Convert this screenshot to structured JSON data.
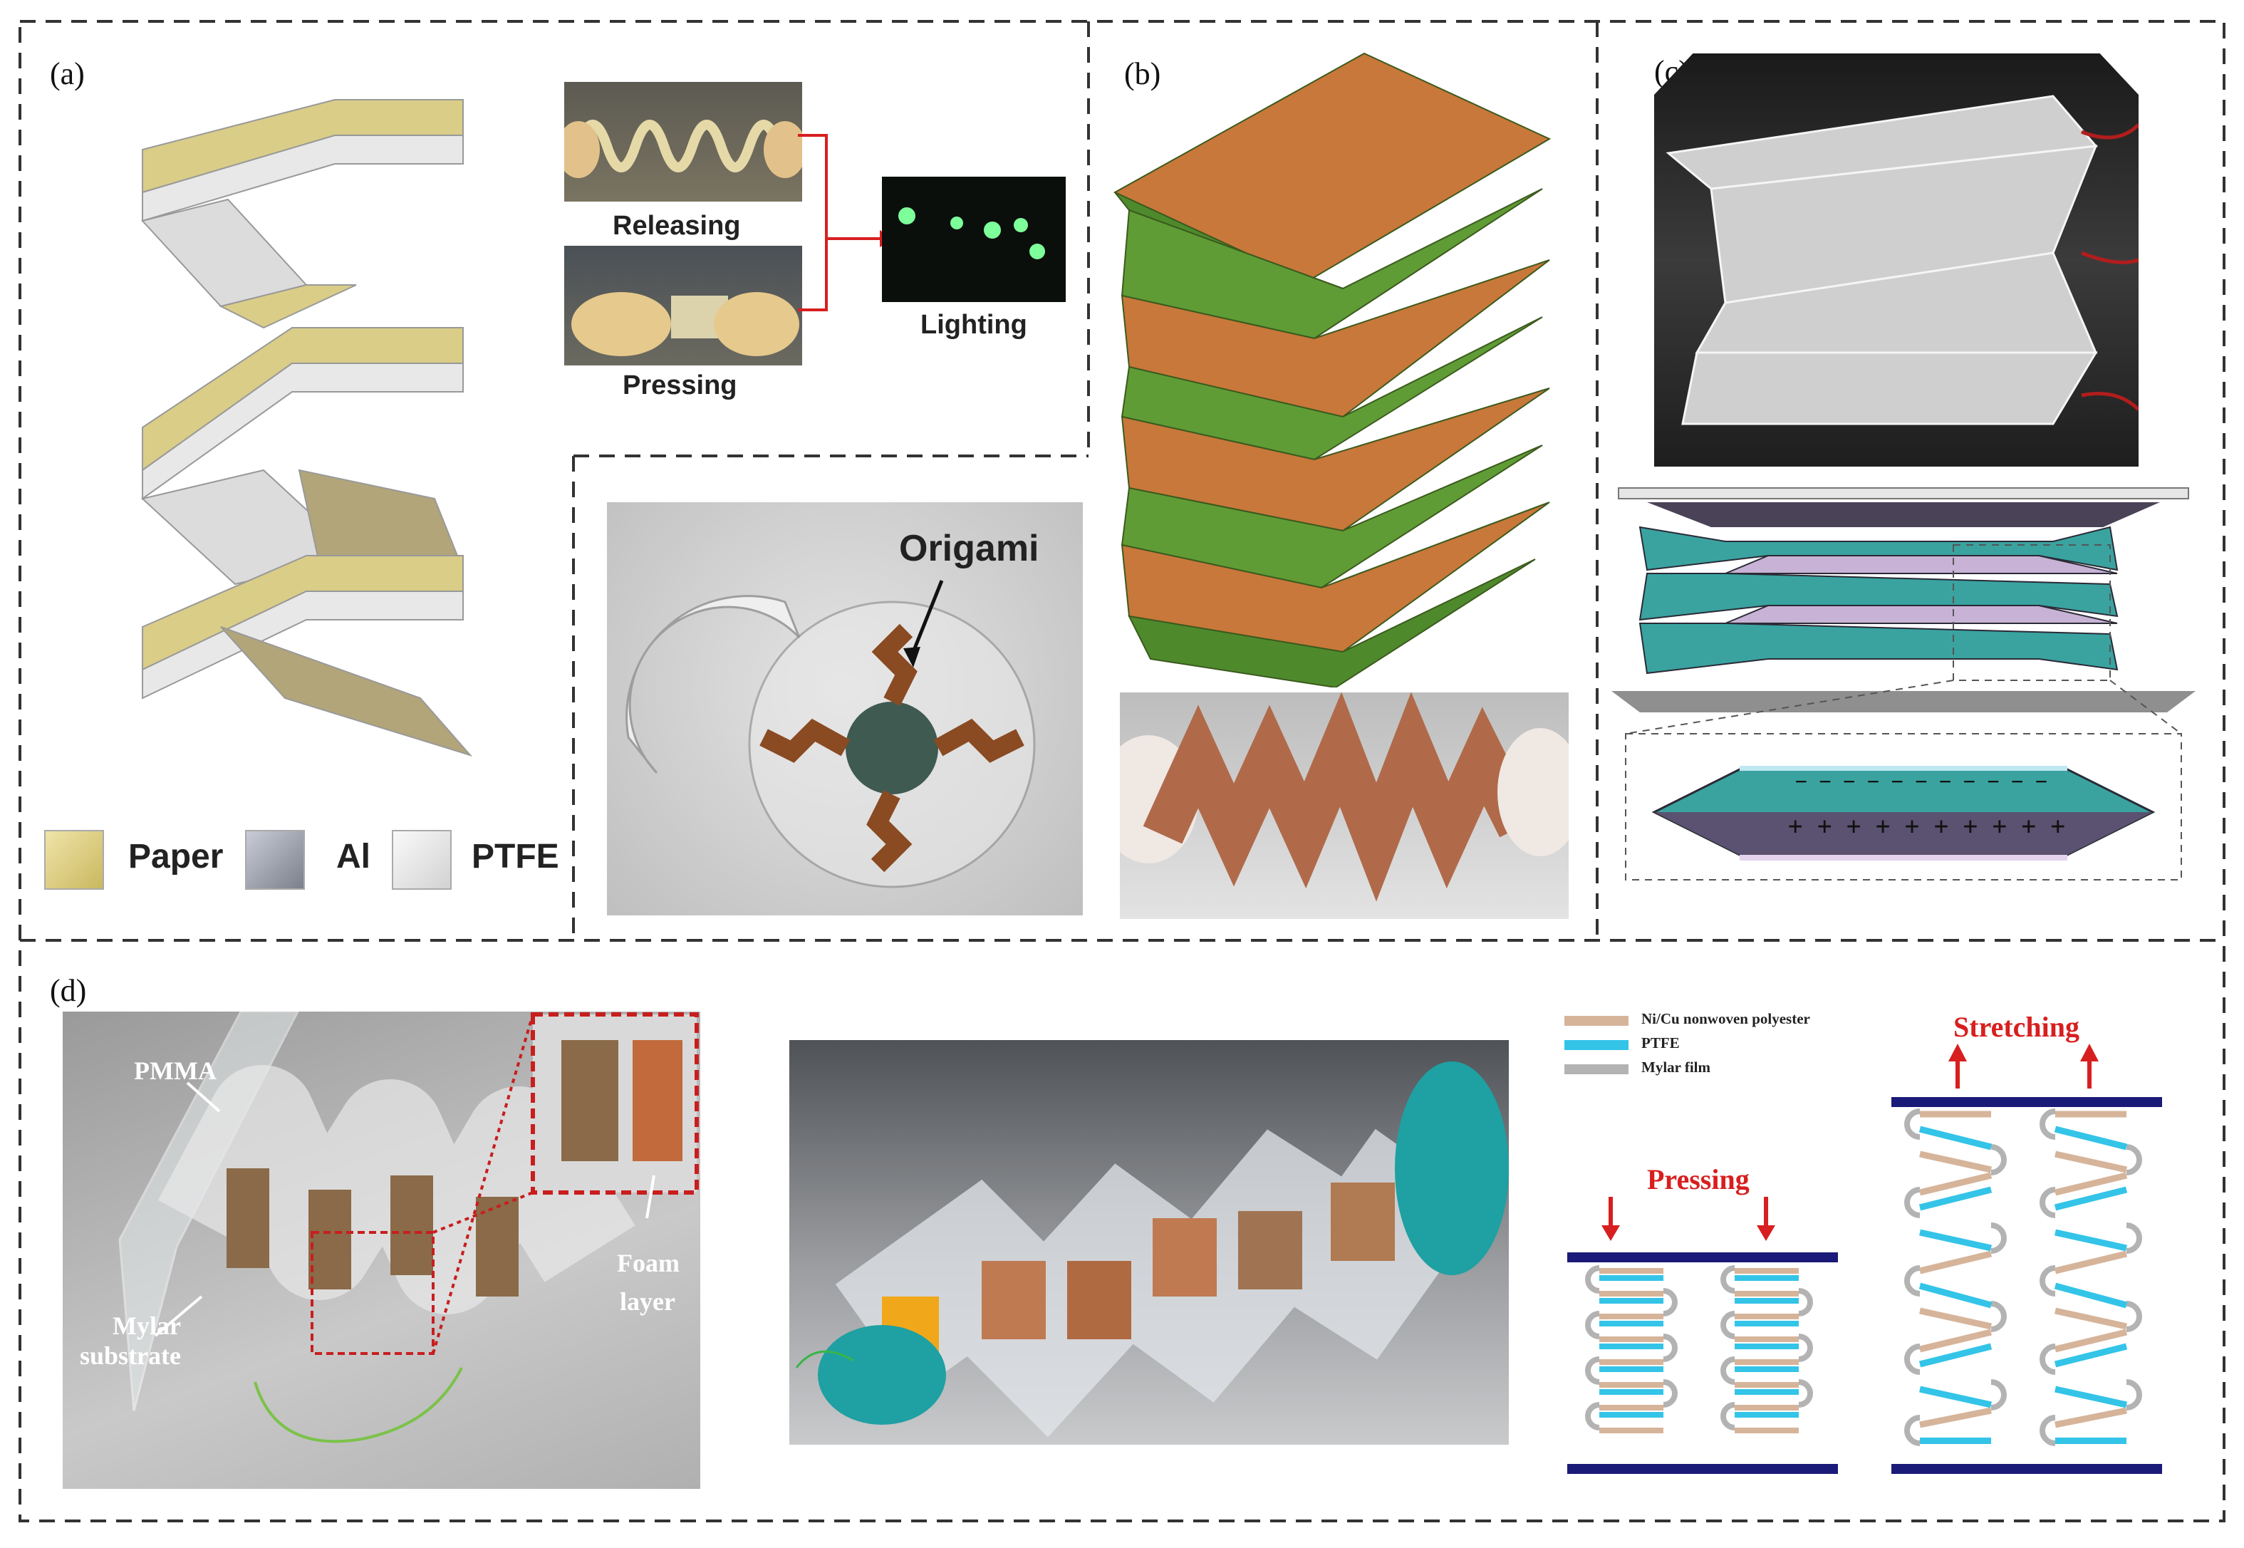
{
  "panels": {
    "a": {
      "label": "(a)",
      "captions": {
        "releasing": "Releasing",
        "pressing": "Pressing",
        "lighting": "Lighting",
        "origami": "Origami"
      },
      "legend": [
        {
          "text": "Paper",
          "color": "#d9cd88"
        },
        {
          "text": "Al",
          "color": "#9aa0ad"
        },
        {
          "text": "PTFE",
          "color": "#e6e6e6"
        }
      ]
    },
    "b": {
      "label": "(b)"
    },
    "c": {
      "label": "(c)",
      "charge_negative": "− − − − − − − − − − −",
      "charge_positive": "+ + + + + + + + + +"
    },
    "d": {
      "label": "(d)",
      "annotations": {
        "pmma": "PMMA",
        "mylar_line1": "Mylar",
        "mylar_line2": "substrate",
        "foam_line1": "Foam",
        "foam_line2": "layer"
      },
      "legend": [
        {
          "text": "Ni/Cu nonwoven polyester",
          "color": "#d6b49a"
        },
        {
          "text": "PTFE",
          "color": "#33c4e8"
        },
        {
          "text": "Mylar film",
          "color": "#b3b3b3"
        }
      ],
      "pressing_label": "Pressing",
      "stretching_label": "Stretching"
    }
  },
  "colors": {
    "arrow_red": "#d81f1f",
    "plate_navy": "#1a1a78",
    "copper": "#c8783a",
    "green": "#4e8a2c",
    "teal": "#3aa3a0",
    "lavender": "#c8b3d6"
  }
}
